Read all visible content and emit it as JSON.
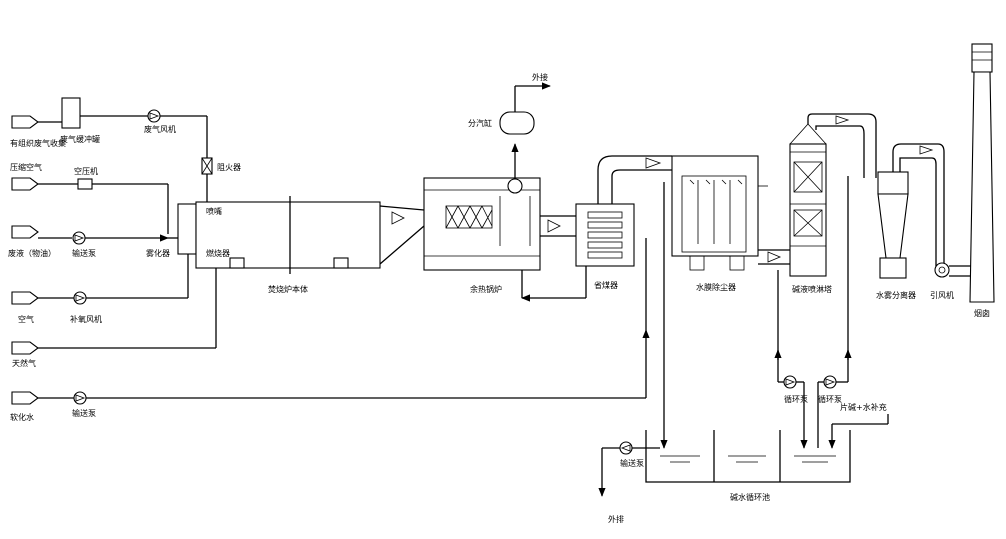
{
  "labels": {
    "organic_waste_gas": "有组织废气收集",
    "gas_buffer_tank": "废气缓冲罐",
    "gas_fan": "废气风机",
    "flame_arrester": "阻火器",
    "compressed_air": "压缩空气",
    "air_compressor": "空压机",
    "waste_liquid": "废液（物油）",
    "feed_pump_1": "输送泵",
    "atomizer": "雾化器",
    "nozzle": "喷嘴",
    "burner": "燃烧器",
    "air": "空气",
    "supplementary_fan": "补氧风机",
    "natural_gas": "天然气",
    "softened_water": "软化水",
    "feed_pump_2": "输送泵",
    "rotary_furnace": "焚烧炉本体",
    "waste_heat_boiler": "余热锅炉",
    "steam_drum": "分汽缸",
    "export_top": "外接",
    "economizer": "省煤器",
    "wet_dust_collector": "水膜除尘器",
    "alkali_tower": "碱液喷淋塔",
    "mist_separator": "水雾分离器",
    "induced_fan": "引风机",
    "chimney": "烟囱",
    "circulation_pump_1": "循环泵",
    "circulation_pump_2": "循环泵",
    "alkali_supply": "片碱+水补充",
    "feed_pump_3": "输送泵",
    "circulation_tank": "碱水循环池",
    "export_bottom": "外排"
  }
}
